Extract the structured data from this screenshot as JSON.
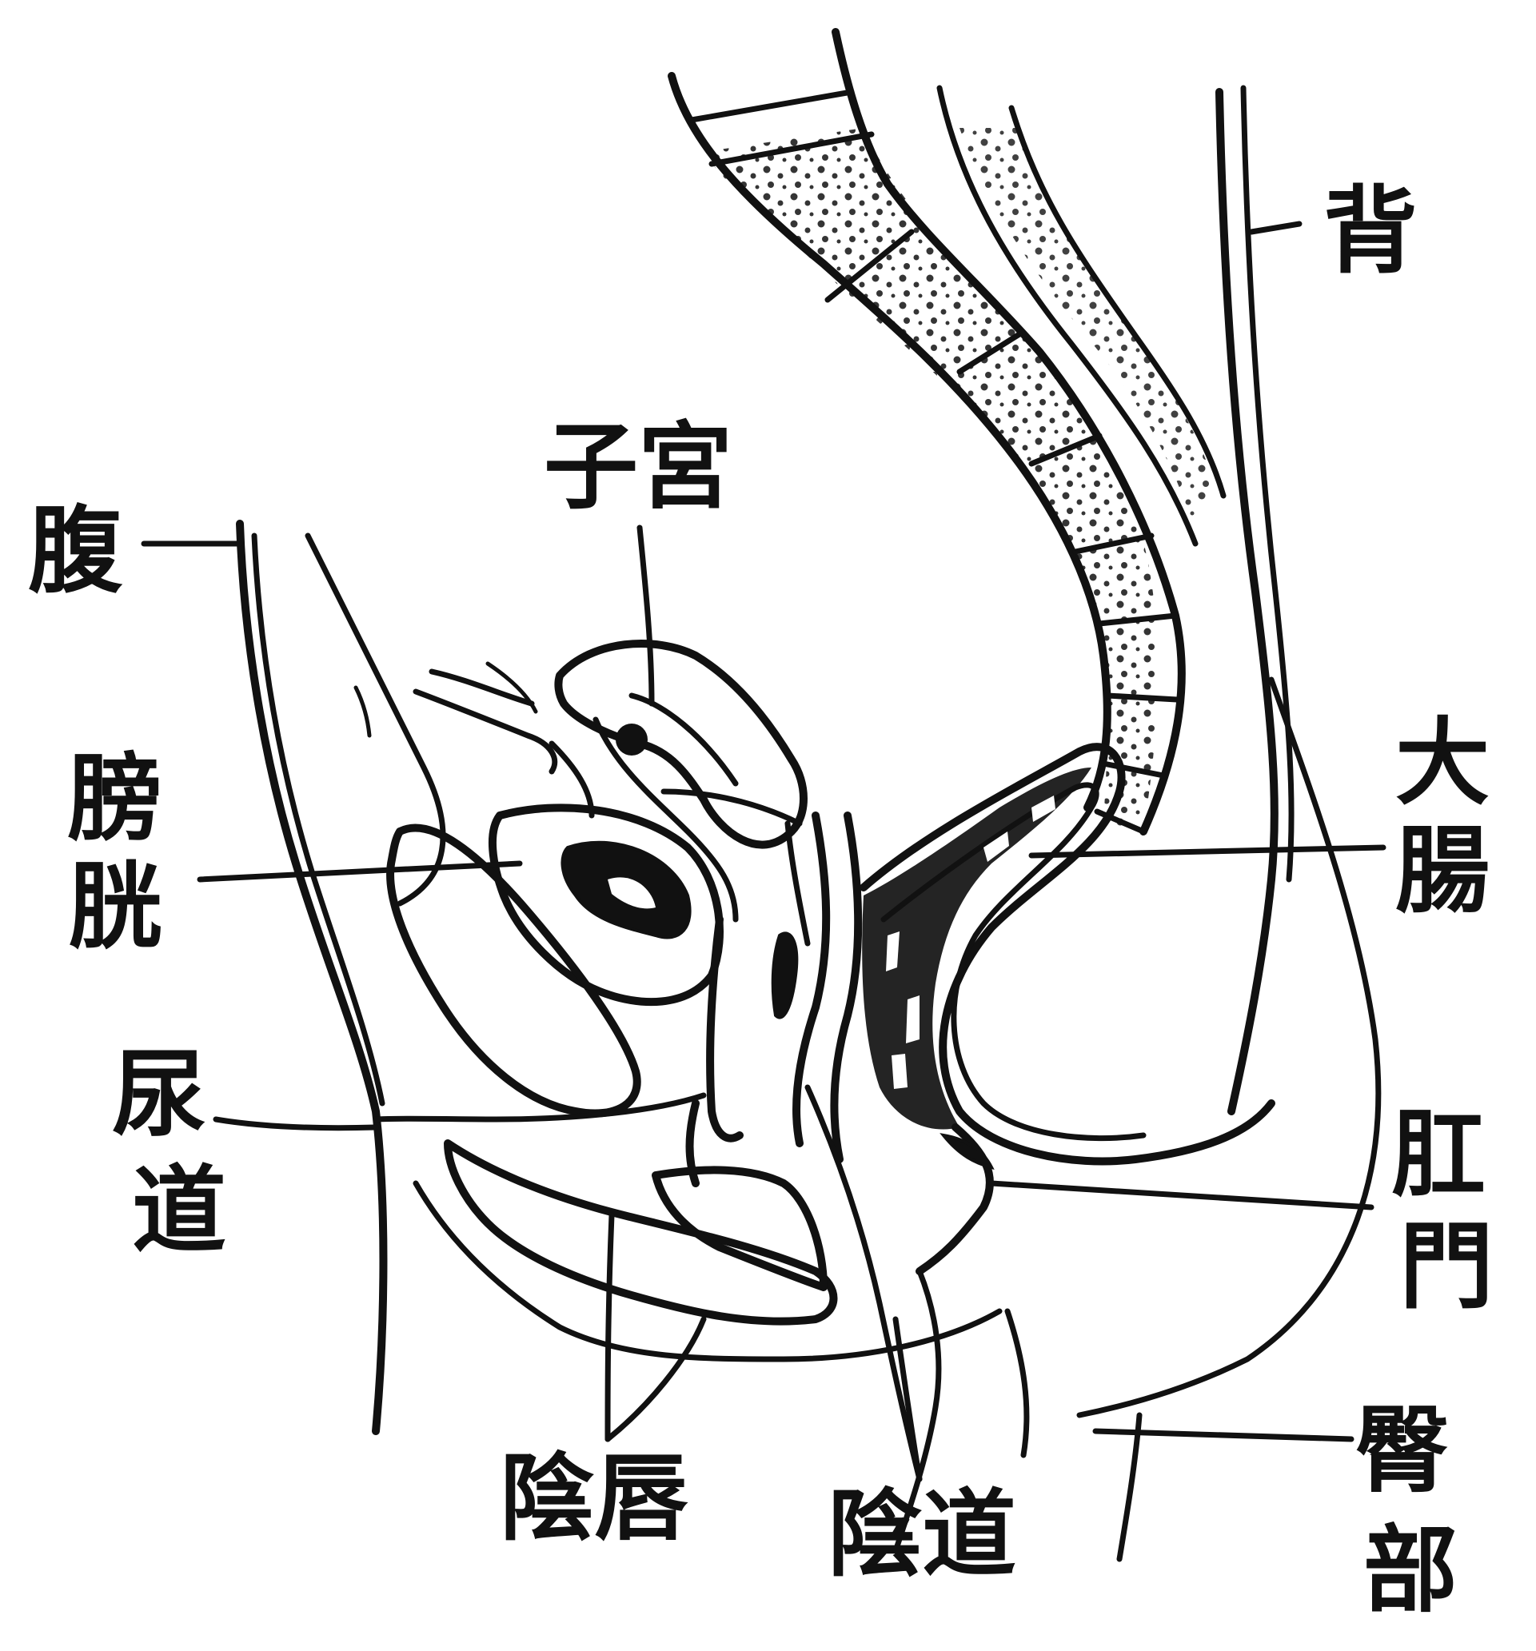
{
  "labels": {
    "back": "背",
    "abdomen": "腹",
    "uterus": "子宮",
    "bladder_1": "膀",
    "bladder_2": "胱",
    "large_intestine_1": "大",
    "large_intestine_2": "腸",
    "urethra_1": "尿",
    "urethra_2": "道",
    "anus_1": "肛",
    "anus_2": "門",
    "labia": "陰唇",
    "vagina": "陰道",
    "buttocks_1": "臀",
    "buttocks_2": "部"
  },
  "colors": {
    "ink": "#111111",
    "paper": "#ffffff"
  }
}
